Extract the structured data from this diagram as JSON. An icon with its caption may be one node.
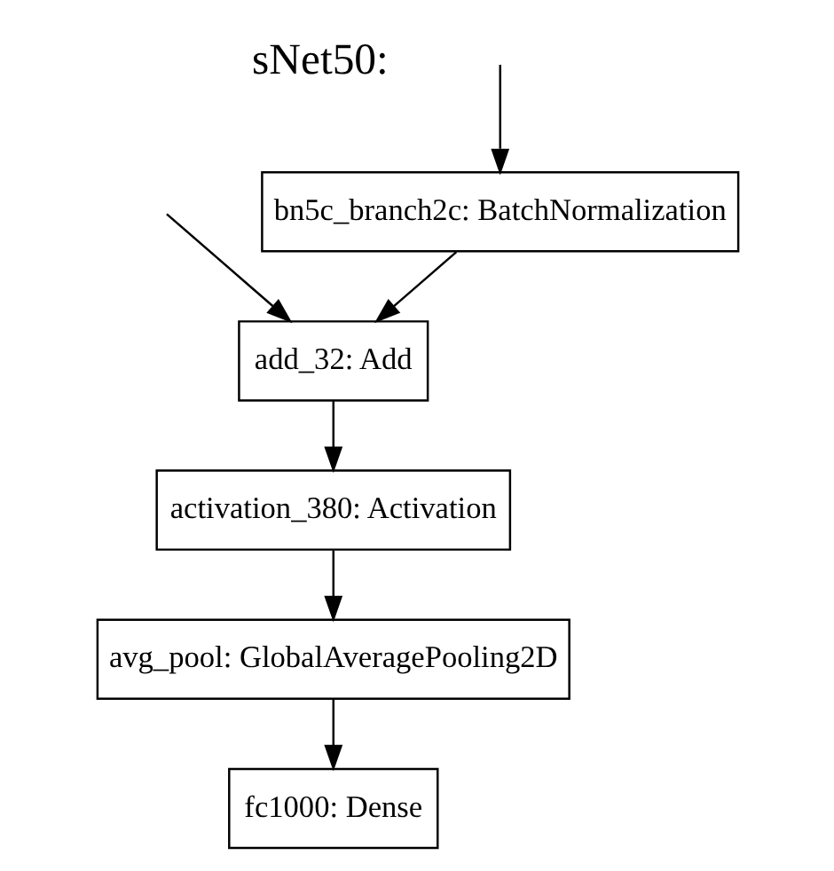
{
  "diagram": {
    "nodes": [
      {
        "text": [
          "bn5c_branch2c: BatchNormalization"
        ]
      },
      {
        "text": [
          "add_32: Add"
        ]
      },
      {
        "text": [
          "activation_380: Activation"
        ]
      },
      {
        "text": [
          "avg_pool: GlobalAveragePooling2D"
        ]
      },
      {
        "text": [
          "fc1000: Dense"
        ]
      }
    ],
    "edges": [
      {
        "from": null,
        "to": 0,
        "arrow": "to"
      },
      {
        "from": null,
        "to": 1,
        "arrow": "to"
      },
      {
        "from": 0,
        "to": 1,
        "arrow": "to"
      },
      {
        "from": 1,
        "to": 2,
        "arrow": "to"
      },
      {
        "from": 2,
        "to": 3,
        "arrow": "to"
      },
      {
        "from": 3,
        "to": 4,
        "arrow": "to"
      }
    ],
    "labels": [
      "sNet50:"
    ]
  }
}
